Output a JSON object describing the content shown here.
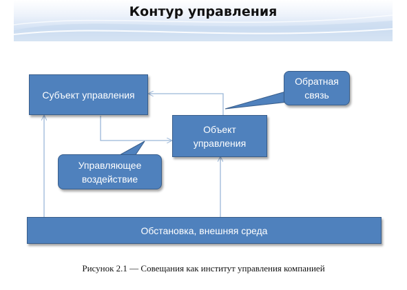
{
  "title": "Контур управления",
  "nodes": {
    "subject": "Субъект управления",
    "object_line1": "Объект",
    "object_line2": "управления",
    "environment": "Обстановка, внешняя среда"
  },
  "callouts": {
    "feedback_line1": "Обратная",
    "feedback_line2": "связь",
    "control_line1": "Управляющее",
    "control_line2": "воздействие"
  },
  "caption": "Рисунок 2.1 — Совещания как институт управления компанией",
  "colors": {
    "box_fill": "#4f81bd",
    "box_border": "#385d8a",
    "arrow": "#9ab6d8",
    "text_on_box": "#ffffff"
  }
}
